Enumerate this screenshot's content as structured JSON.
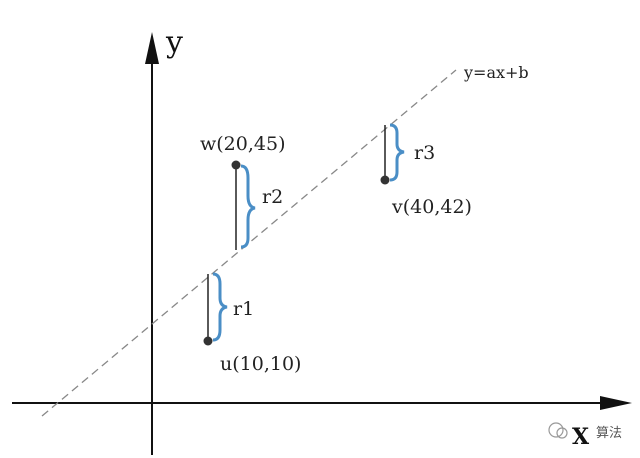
{
  "axes": {
    "x_label": "X",
    "y_label": "y"
  },
  "fit_line": {
    "label": "y=ax+b"
  },
  "points": [
    {
      "id": "u",
      "label": "u(10,10)"
    },
    {
      "id": "w",
      "label": "w(20,45)"
    },
    {
      "id": "v",
      "label": "v(40,42)"
    }
  ],
  "residuals": [
    {
      "label": "r1",
      "point": "u"
    },
    {
      "label": "r2",
      "point": "w"
    },
    {
      "label": "r3",
      "point": "v"
    }
  ],
  "watermark": {
    "text": "算法"
  },
  "colors": {
    "brace": "#4a8ec6",
    "axis": "#111111",
    "fit_line": "#888888",
    "point": "#333333"
  }
}
